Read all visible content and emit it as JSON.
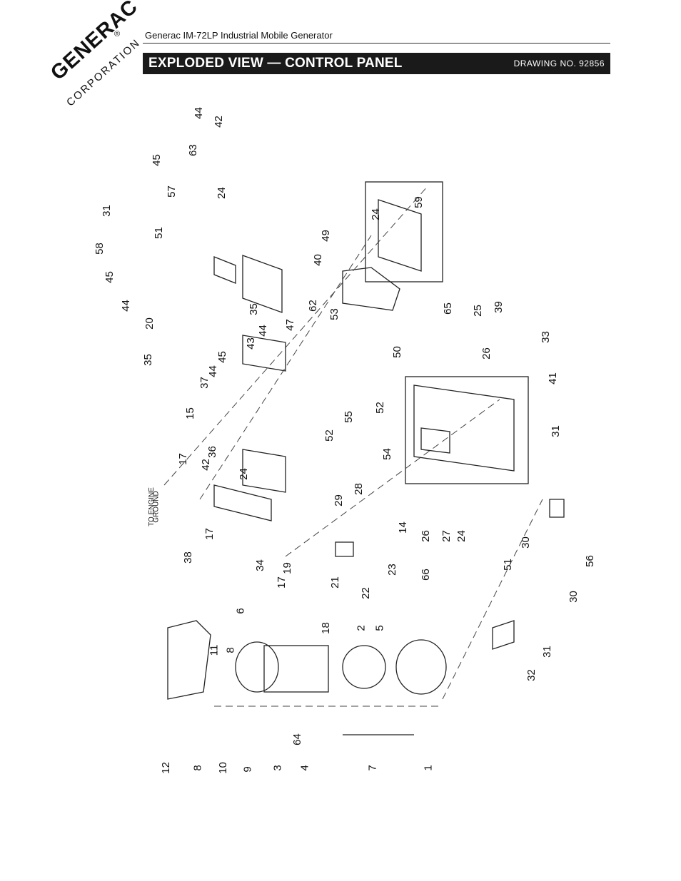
{
  "logo": {
    "brand": "GENERAC",
    "sub": "CORPORATION",
    "registered": "®"
  },
  "header": {
    "doc_title": "Generac IM-72LP Industrial Mobile Generator",
    "banner_title": "EXPLODED VIEW — CONTROL PANEL",
    "drawing_no": "DRAWING NO. 92856"
  },
  "drawing": {
    "ground_label_1": "TO ENGINE",
    "ground_label_2": "GROUND",
    "callouts": [
      "44",
      "42",
      "63",
      "45",
      "57",
      "24",
      "31",
      "51",
      "58",
      "45",
      "44",
      "20",
      "35",
      "49",
      "24",
      "59",
      "40",
      "62",
      "35",
      "44",
      "43",
      "47",
      "53",
      "45",
      "37",
      "44",
      "15",
      "50",
      "52",
      "52",
      "55",
      "17",
      "36",
      "42",
      "24",
      "54",
      "28",
      "38",
      "17",
      "34",
      "29",
      "14",
      "21",
      "65",
      "25",
      "39",
      "26",
      "33",
      "41",
      "22",
      "23",
      "66",
      "19",
      "17",
      "6",
      "18",
      "11",
      "8",
      "12",
      "8",
      "10",
      "9",
      "3",
      "64",
      "4",
      "2",
      "5",
      "7",
      "1",
      "26",
      "27",
      "24",
      "31",
      "30",
      "56",
      "51",
      "30",
      "31",
      "32"
    ]
  }
}
